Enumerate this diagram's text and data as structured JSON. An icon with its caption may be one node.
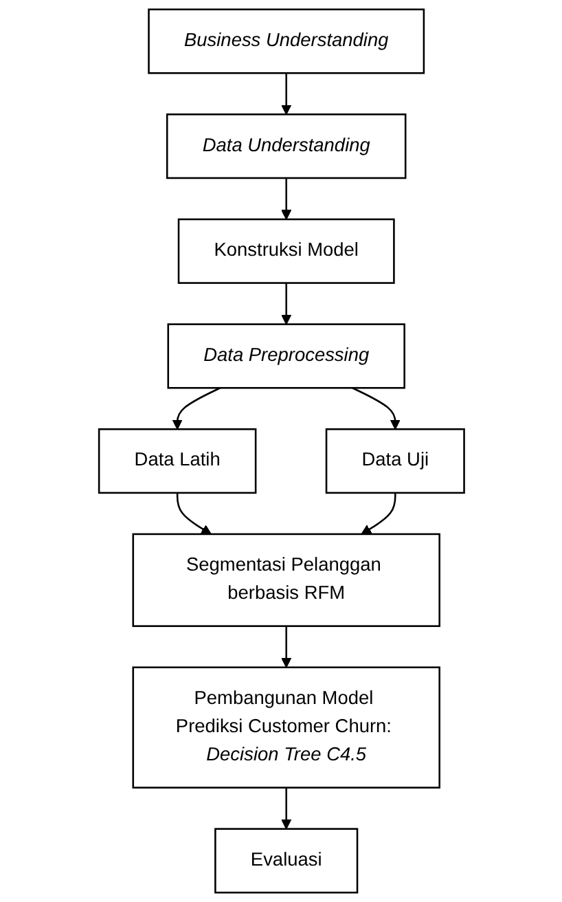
{
  "diagram": {
    "nodes": [
      {
        "text": [
          "Business Understanding"
        ]
      },
      {
        "text": [
          "Data Understanding"
        ]
      },
      {
        "text": [
          "Konstruksi Model"
        ]
      },
      {
        "text": [
          "Data Preprocessing"
        ]
      },
      {
        "text": [
          "Data Latih"
        ]
      },
      {
        "text": [
          "Data Uji"
        ]
      },
      {
        "text": [
          "Segmentasi Pelanggan berbasis RFM"
        ]
      },
      {
        "text": [
          "Pembangunan Model Prediksi Customer Churn: *Decision Tree C4.5*"
        ]
      },
      {
        "text": [
          "Evaluasi"
        ]
      }
    ],
    "edges": [
      {
        "from": 0,
        "to": 1,
        "arrow": "to"
      },
      {
        "from": 1,
        "to": 2,
        "arrow": "to"
      },
      {
        "from": 2,
        "to": 3,
        "arrow": "to"
      },
      {
        "from": 3,
        "to": 4,
        "arrow": "to"
      },
      {
        "from": 3,
        "to": 5,
        "arrow": "to"
      },
      {
        "from": 4,
        "to": 6,
        "arrow": "to"
      },
      {
        "from": 5,
        "to": 6,
        "arrow": "to"
      },
      {
        "from": 6,
        "to": 7,
        "arrow": "to"
      },
      {
        "from": 7,
        "to": 8,
        "arrow": "to"
      }
    ]
  }
}
